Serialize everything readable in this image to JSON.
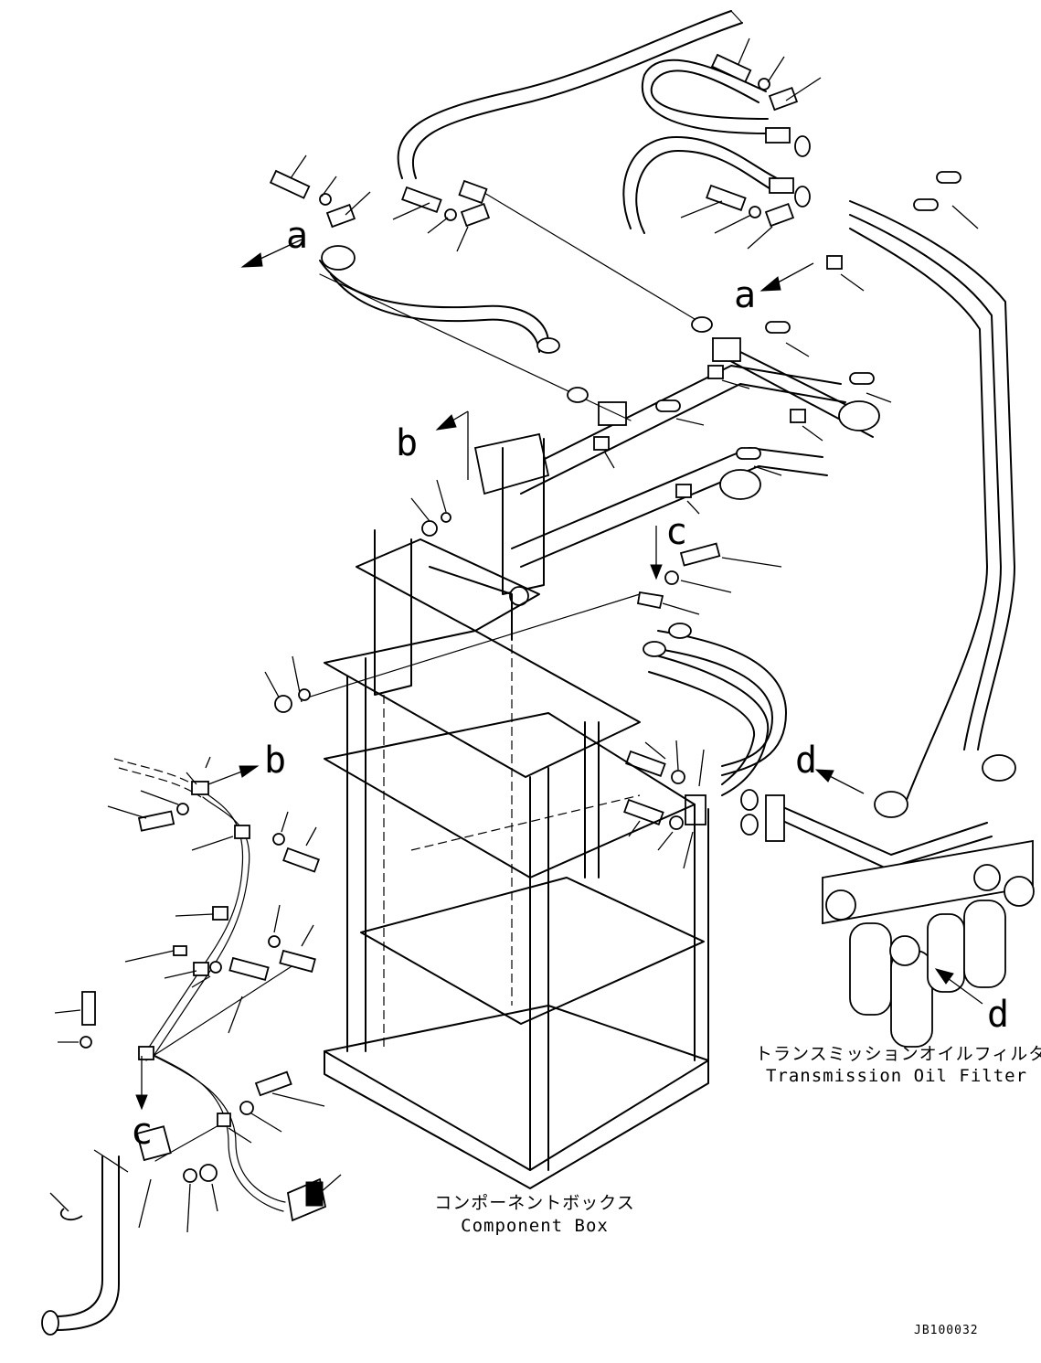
{
  "view_labels": {
    "a_top": "a",
    "a_right": "a",
    "b_top": "b",
    "b_left": "b",
    "c_right": "c",
    "c_left": "c",
    "d_left": "d",
    "d_right": "d"
  },
  "captions": {
    "oil_filter_jp": "トランスミッションオイルフィルタ",
    "oil_filter_en": "Transmission Oil Filter",
    "component_box_jp": "コンポーネントボックス",
    "component_box_en": "Component Box"
  },
  "drawing_code": "JB100032"
}
